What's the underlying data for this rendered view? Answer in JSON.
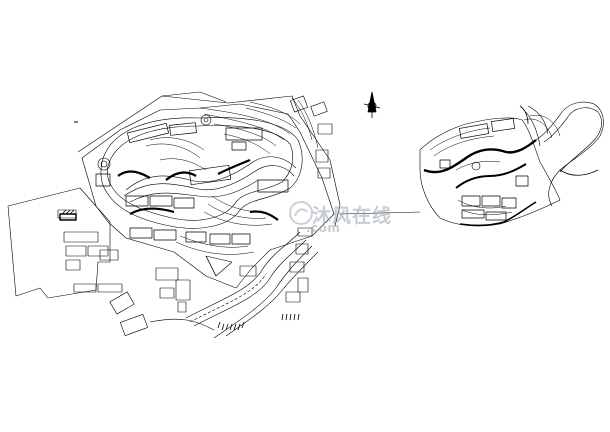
{
  "drawing": {
    "type": "site plan (CAD line drawing)",
    "background": "#ffffff",
    "line_color": "#000000",
    "panels": [
      "main-site-plan",
      "enlarged-detail-plan"
    ],
    "north_arrow": "north-arrow-icon"
  },
  "watermark": {
    "text": "沐风在线",
    "url": ".com",
    "color": "#9aa4ae",
    "logo": "watermark-logo-icon"
  }
}
